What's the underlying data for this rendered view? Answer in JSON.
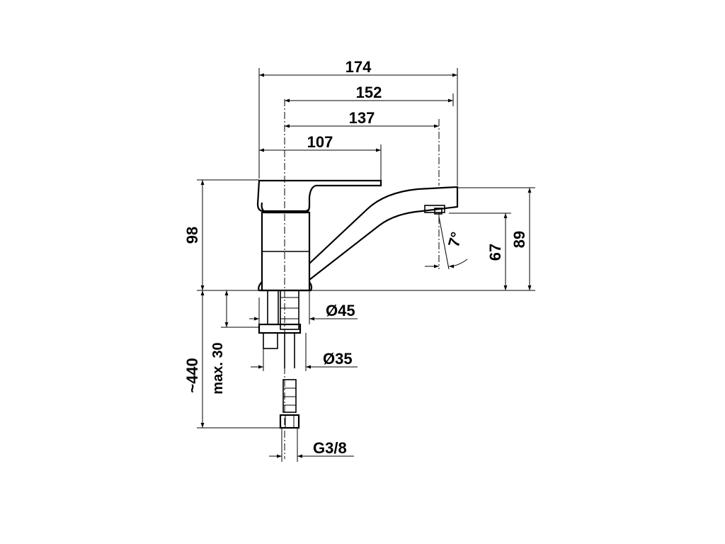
{
  "dimensions": {
    "w174": "174",
    "w152": "152",
    "w137": "137",
    "w107": "107",
    "h98": "98",
    "h89": "89",
    "h67": "67",
    "angle": "7°",
    "d45": "Ø45",
    "d35": "Ø35",
    "max30": "max. 30",
    "h440": "~440",
    "g38": "G3/8"
  }
}
